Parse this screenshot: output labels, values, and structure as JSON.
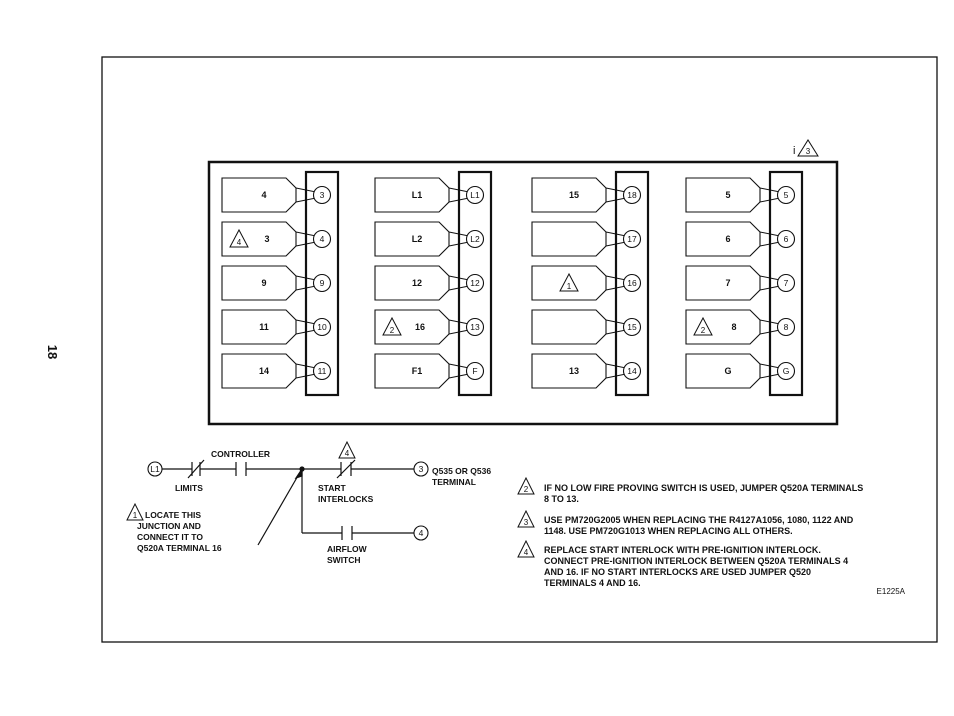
{
  "page_number": "18",
  "corner_mark": "i",
  "strips": [
    {
      "labels": [
        {
          "text": "4",
          "flag": ""
        },
        {
          "text": "3",
          "flag": "4"
        },
        {
          "text": "9",
          "flag": ""
        },
        {
          "text": "11",
          "flag": ""
        },
        {
          "text": "14",
          "flag": ""
        }
      ],
      "terminals": [
        "3",
        "4",
        "9",
        "10",
        "11"
      ]
    },
    {
      "labels": [
        {
          "text": "L1",
          "flag": ""
        },
        {
          "text": "L2",
          "flag": ""
        },
        {
          "text": "12",
          "flag": ""
        },
        {
          "text": "16",
          "flag": "2"
        },
        {
          "text": "F1",
          "flag": ""
        }
      ],
      "terminals": [
        "L1",
        "L2",
        "12",
        "13",
        "F"
      ]
    },
    {
      "labels": [
        {
          "text": "15",
          "flag": ""
        },
        {
          "text": "",
          "flag": ""
        },
        {
          "text": "",
          "flag": "1"
        },
        {
          "text": "",
          "flag": ""
        },
        {
          "text": "13",
          "flag": ""
        }
      ],
      "terminals": [
        "18",
        "17",
        "16",
        "15",
        "14"
      ]
    },
    {
      "labels": [
        {
          "text": "5",
          "flag": ""
        },
        {
          "text": "6",
          "flag": ""
        },
        {
          "text": "7",
          "flag": ""
        },
        {
          "text": "8",
          "flag": "2"
        },
        {
          "text": "G",
          "flag": ""
        }
      ],
      "terminals": [
        "5",
        "6",
        "7",
        "8",
        "G"
      ]
    }
  ],
  "corner_flag": "3",
  "circuit": {
    "l1": "L1",
    "controller": "CONTROLLER",
    "limits": "LIMITS",
    "start_flag": "4",
    "start": "START",
    "interlocks": "INTERLOCKS",
    "term3": "3",
    "term3_line1": "Q535 OR Q536",
    "term3_line2": "TERMINAL",
    "term4": "4",
    "airflow": "AIRFLOW",
    "switch": "SWITCH",
    "junction_flag": "1",
    "junction_note": [
      "LOCATE THIS",
      "JUNCTION AND",
      "CONNECT IT TO",
      "Q520A TERMINAL 16"
    ]
  },
  "notes": [
    {
      "flag": "2",
      "lines": [
        "IF NO LOW FIRE PROVING SWITCH IS USED, JUMPER Q520A TERMINALS",
        "8 TO 13."
      ]
    },
    {
      "flag": "3",
      "lines": [
        "USE PM720G2005 WHEN REPLACING THE R4127A1056, 1080, 1122 AND",
        "1148. USE PM720G1013 WHEN REPLACING ALL OTHERS."
      ]
    },
    {
      "flag": "4",
      "lines": [
        "REPLACE START INTERLOCK WITH PRE-IGNITION INTERLOCK.",
        "CONNECT PRE-IGNITION INTERLOCK BETWEEN Q520A TERMINALS 4",
        "AND 16.  IF NO START INTERLOCKS ARE USED JUMPER Q520",
        "TERMINALS 4 AND 16."
      ]
    }
  ],
  "figure_code": "E1225A"
}
